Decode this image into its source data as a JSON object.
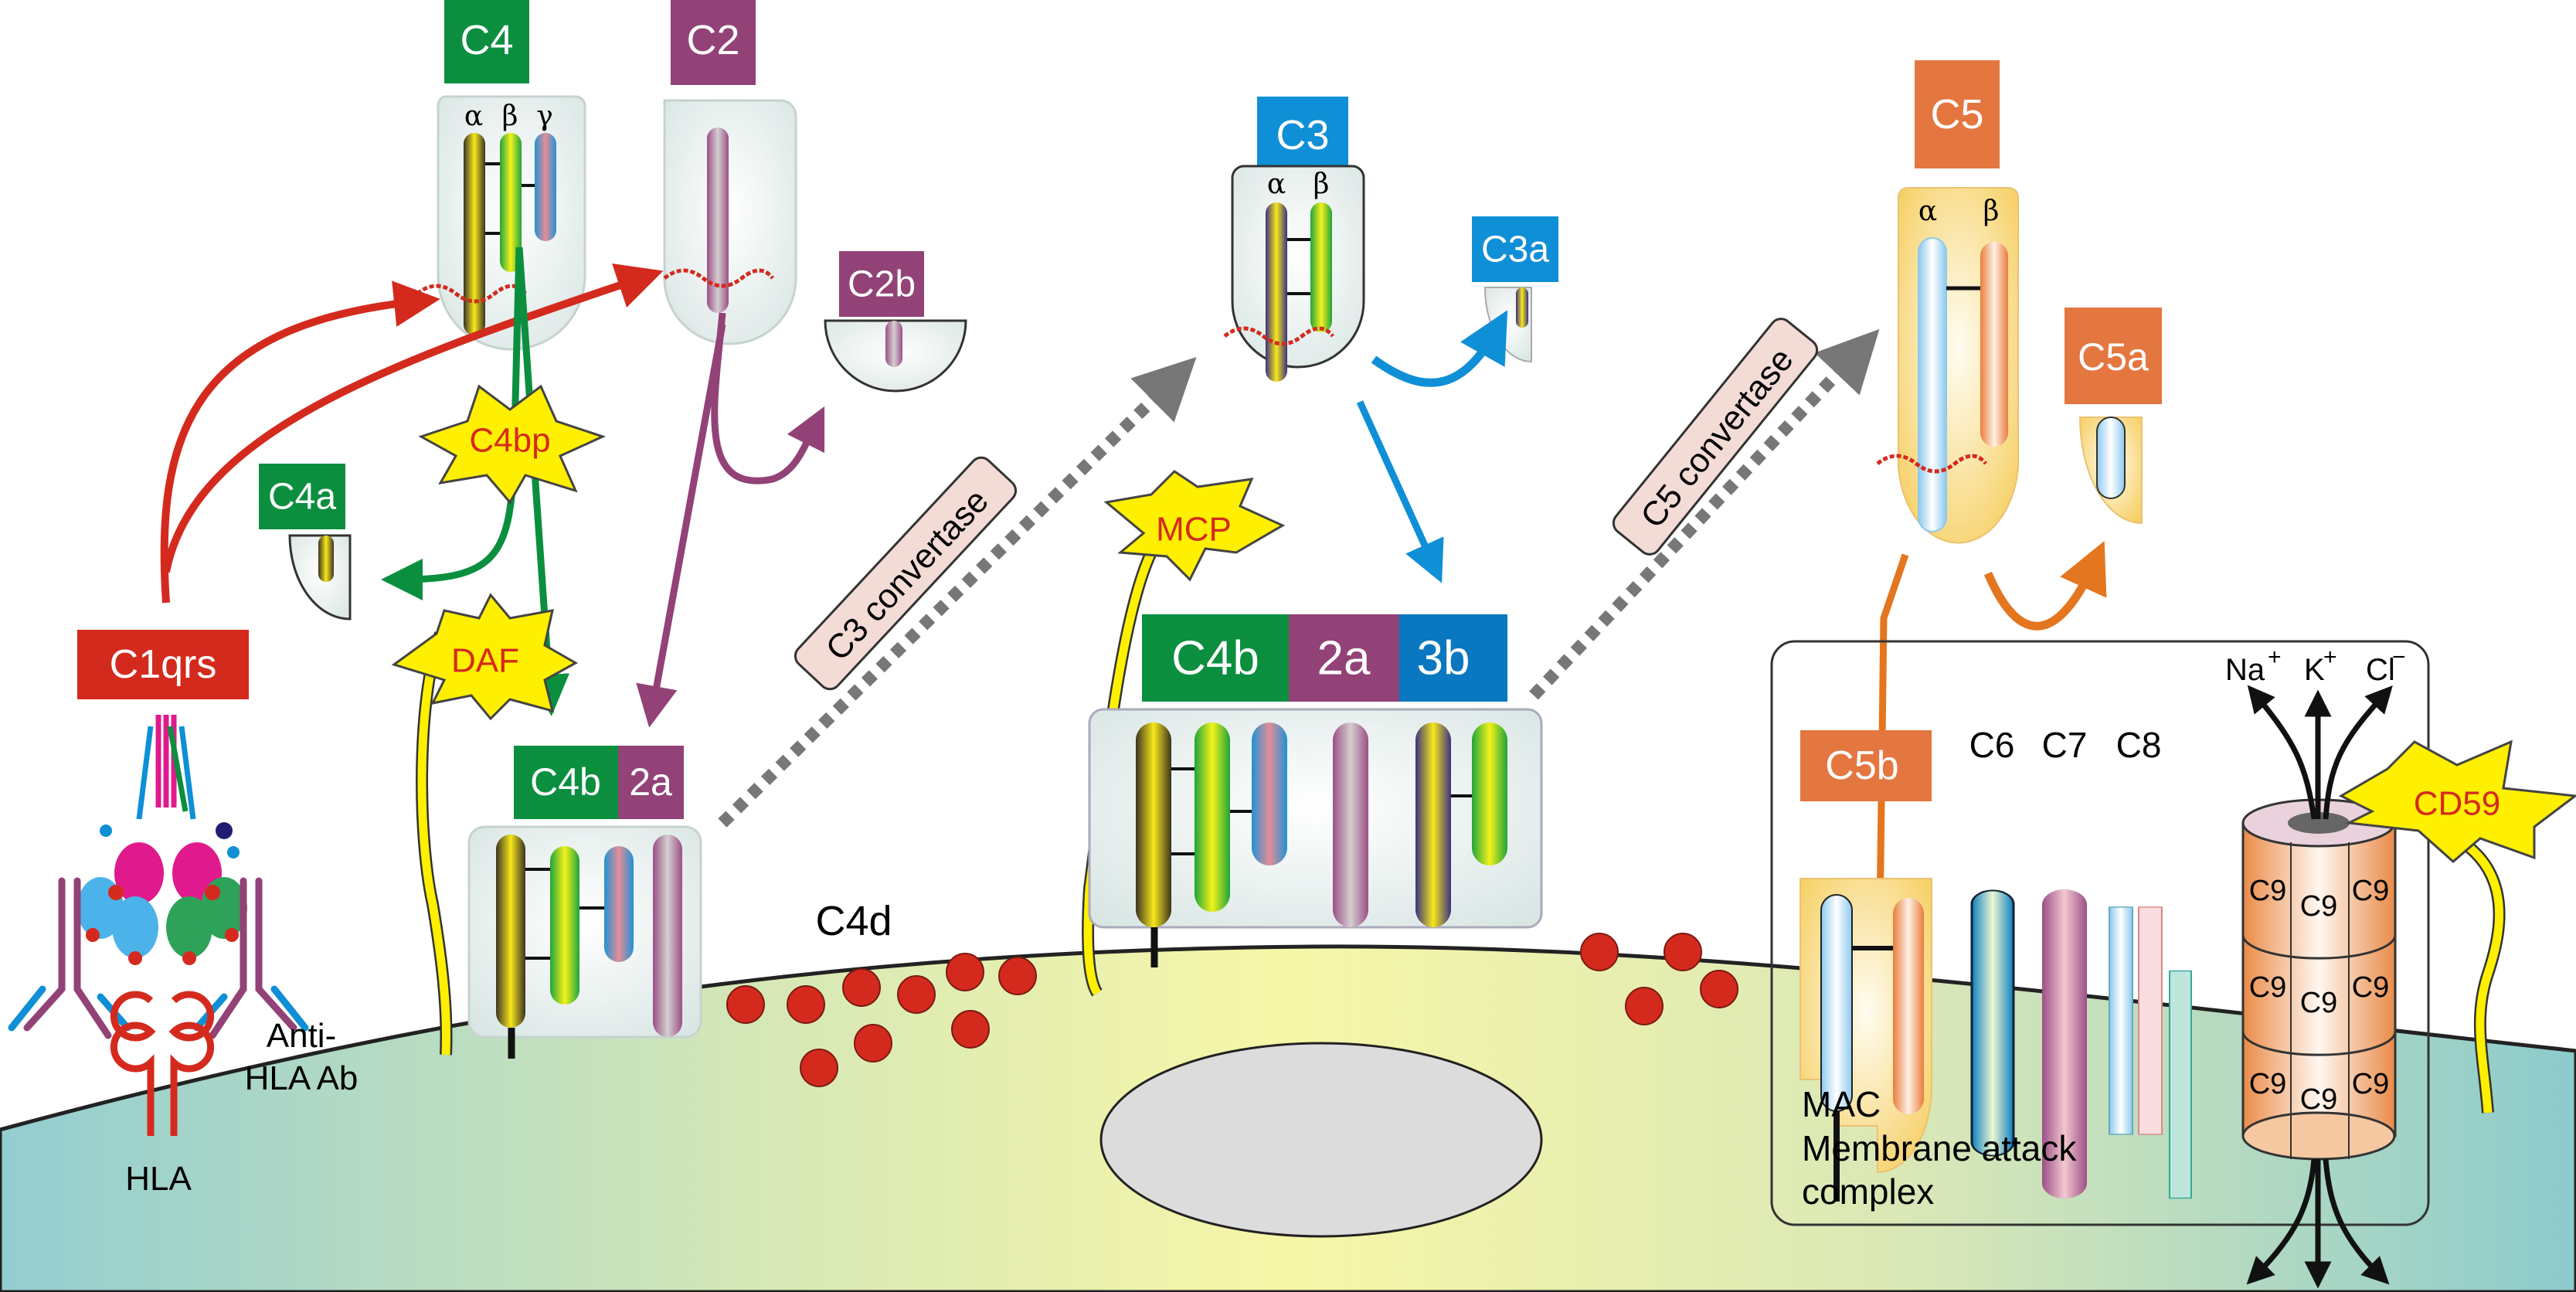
{
  "title": "Classical complement pathway activation by anti-HLA antibody on cell membrane",
  "colors": {
    "c4_green": "#0b8f3f",
    "c2_purple": "#924277",
    "c3_blue": "#0f8fd6",
    "c3b_blue": "#0a78c0",
    "c5_orange": "#e4763f",
    "c1_red": "#d42a1e",
    "regulator_yellow": "#ffef00",
    "convertase_pink": "#f3dcd6",
    "arrow_gray": "#777777",
    "cell_left": "#93cdd0",
    "cell_mid": "#f7f6a8",
    "nucleus": "#dcdcdc"
  },
  "labels": {
    "c4": "C4",
    "c2": "C2",
    "c2b": "C2b",
    "c4a": "C4a",
    "c4bp": "C4bp",
    "daf": "DAF",
    "c1qrs": "C1qrs",
    "anti_hla_ab_line1": "Anti-",
    "anti_hla_ab_line2": "HLA Ab",
    "hla": "HLA",
    "c4b_2a": {
      "c4b": "C4b",
      "c2a": "2a"
    },
    "c3_convertase": "C3 convertase",
    "c4d": "C4d",
    "c3": "C3",
    "c3a": "C3a",
    "mcp": "MCP",
    "c4b_2a_3b": {
      "c4b": "C4b",
      "c2a": "2a",
      "c3b": "3b"
    },
    "c5_convertase": "C5 convertase",
    "c5": "C5",
    "c5a": "C5a",
    "c5b": "C5b",
    "c6": "C6",
    "c7": "C7",
    "c8": "C8",
    "c9": "C9",
    "cd59": "CD59",
    "mac_line1": "MAC",
    "mac_line2": "Membrane attack",
    "mac_line3": "complex",
    "ion_na": "Na",
    "ion_k": "K",
    "ion_cl": "Cl",
    "plus": "+",
    "minus": "−"
  },
  "greek": {
    "alpha": "α",
    "beta": "β",
    "gamma": "γ"
  }
}
